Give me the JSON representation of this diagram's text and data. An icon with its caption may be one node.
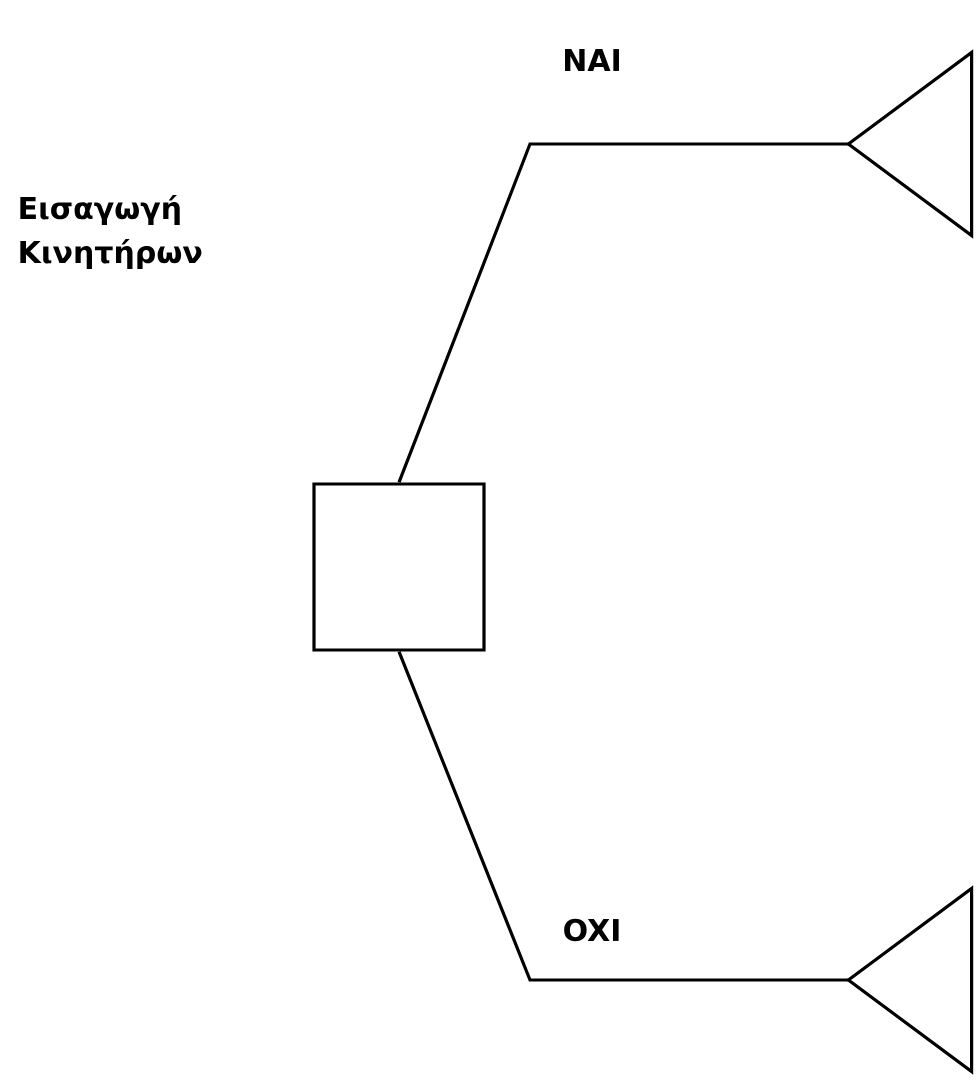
{
  "diagram": {
    "nodes": [
      {
        "text": [],
        "shape": "box"
      },
      {
        "text": [],
        "shape": "triangle"
      },
      {
        "text": [],
        "shape": "triangle"
      }
    ],
    "edges": [
      {
        "from": 0,
        "to": 1,
        "arrow": "none",
        "label": "NAI"
      },
      {
        "from": 0,
        "to": 2,
        "arrow": "none",
        "label": "OXI"
      }
    ],
    "labels": [
      "Εισαγωγή Κινητήρων"
    ]
  }
}
